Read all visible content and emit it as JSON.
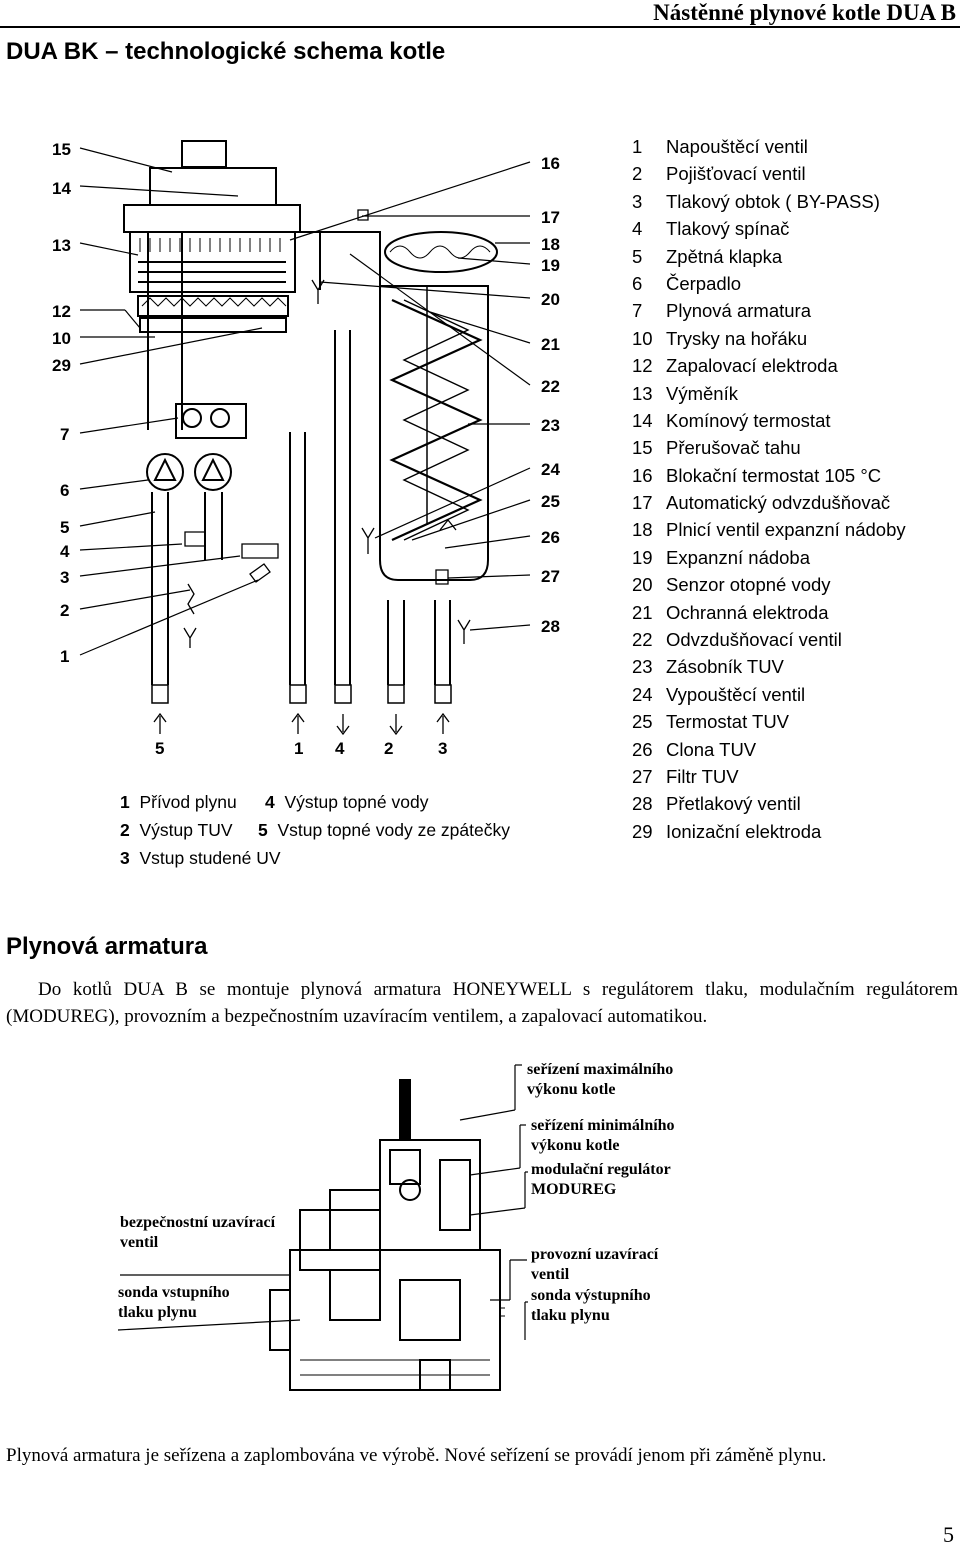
{
  "header": {
    "running_title": "Nástěnné plynové kotle DUA B"
  },
  "section1": {
    "title": "DUA BK – technologické schema kotle",
    "left_labels": [
      "15",
      "14",
      "13",
      "12",
      "10",
      "29",
      "7",
      "6",
      "5",
      "4",
      "3",
      "2",
      "1"
    ],
    "right_labels": [
      "16",
      "17",
      "18",
      "19",
      "20",
      "21",
      "22",
      "23",
      "24",
      "25",
      "26",
      "27",
      "28"
    ],
    "bottom_labels": [
      "5",
      "1",
      "4",
      "2",
      "3"
    ],
    "legend": [
      {
        "num": "1",
        "text": "Napouštěcí ventil"
      },
      {
        "num": "2",
        "text": "Pojišťovací ventil"
      },
      {
        "num": "3",
        "text": "Tlakový obtok ( BY-PASS)"
      },
      {
        "num": "4",
        "text": "Tlakový spínač"
      },
      {
        "num": "5",
        "text": "Zpětná klapka"
      },
      {
        "num": "6",
        "text": "Čerpadlo"
      },
      {
        "num": "7",
        "text": "Plynová armatura"
      },
      {
        "num": "10",
        "text": "Trysky na hořáku"
      },
      {
        "num": "12",
        "text": "Zapalovací elektroda"
      },
      {
        "num": "13",
        "text": "Výměník"
      },
      {
        "num": "14",
        "text": "Komínový termostat"
      },
      {
        "num": "15",
        "text": "Přerušovač tahu"
      },
      {
        "num": "16",
        "text": "Blokační termostat 105 °C"
      },
      {
        "num": "17",
        "text": "Automatický odvzdušňovač"
      },
      {
        "num": "18",
        "text": "Plnicí ventil expanzní nádoby"
      },
      {
        "num": "19",
        "text": "Expanzní nádoba"
      },
      {
        "num": "20",
        "text": "Senzor otopné vody"
      },
      {
        "num": "21",
        "text": "Ochranná elektroda"
      },
      {
        "num": "22",
        "text": "Odvzdušňovací ventil"
      },
      {
        "num": "23",
        "text": "Zásobník TUV"
      },
      {
        "num": "24",
        "text": "Vypouštěcí ventil"
      },
      {
        "num": "25",
        "text": "Termostat TUV"
      },
      {
        "num": "26",
        "text": "Clona TUV"
      },
      {
        "num": "27",
        "text": "Filtr TUV"
      },
      {
        "num": "28",
        "text": "Přetlakový ventil"
      },
      {
        "num": "29",
        "text": "Ionizační elektroda"
      }
    ],
    "connections": [
      {
        "num": "1",
        "text": "Přívod plynu"
      },
      {
        "num": "4",
        "text": "Výstup topné vody"
      },
      {
        "num": "2",
        "text": "Výstup TUV"
      },
      {
        "num": "5",
        "text": "Vstup topné vody ze zpátečky"
      },
      {
        "num": "3",
        "text": "Vstup studené UV"
      }
    ]
  },
  "section2": {
    "title": "Plynová armatura",
    "paragraph": "Do kotlů DUA B se montuje plynová armatura HONEYWELL s regulátorem tlaku, modulačním regulátorem (MODUREG), provozním a  bezpečnostním uzavíracím ventilem, a zapalovací automatikou.",
    "callouts": {
      "max": [
        "seřízení maximálního",
        "výkonu kotle"
      ],
      "min": [
        "seřízení minimálního",
        "výkonu kotle"
      ],
      "modreg": [
        "modulační regulátor",
        "MODUREG"
      ],
      "safety": [
        "bezpečnostní uzavírací",
        "ventil"
      ],
      "inlet": [
        "sonda vstupního",
        "tlaku plynu"
      ],
      "operating": [
        "provozní uzavírací",
        "ventil"
      ],
      "outlet": [
        "sonda výstupního",
        "tlaku plynu"
      ]
    },
    "footnote": "Plynová armatura je seřízena a zaplombována ve výrobě. Nové seřízení se provádí jenom při záměně plynu."
  },
  "page_number": "5"
}
